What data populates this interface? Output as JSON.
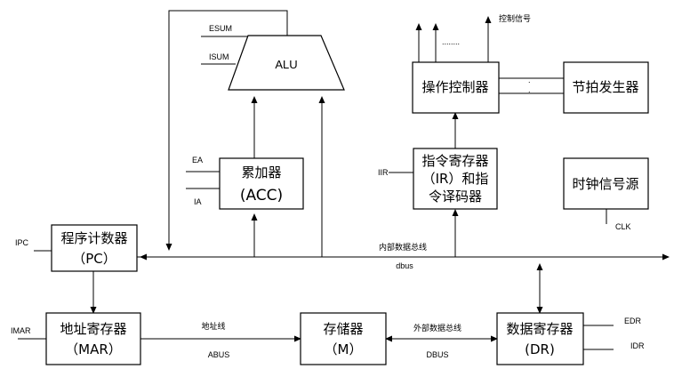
{
  "blocks": {
    "alu": "ALU",
    "acc": [
      "累加器",
      "(ACC)"
    ],
    "control": "操作控制器",
    "timing": "节拍发生器",
    "ir": [
      "指令寄存器",
      "（IR）和指",
      "令译码器"
    ],
    "clock": "时钟信号源",
    "pc": [
      "程序计数器",
      "（PC）"
    ],
    "mar": [
      "地址寄存器",
      "（MAR）"
    ],
    "memory": [
      "存储器",
      "（M）"
    ],
    "dr": [
      "数据寄存器",
      "(DR)"
    ]
  },
  "signals": {
    "esum": "ESUM",
    "isum": "ISUM",
    "ea": "EA",
    "ia": "IA",
    "iir": "IIR",
    "ipc": "IPC",
    "imar": "IMAR",
    "clk": "CLK",
    "edr": "EDR",
    "idr": "IDR",
    "control_signal": "控制信号",
    "dots": "........"
  },
  "buses": {
    "internal": "内部数据总线",
    "dbus": "dbus",
    "address_line": "地址线",
    "abus": "ABUS",
    "external": "外部数据总线",
    "dbus_ext": "DBUS"
  }
}
